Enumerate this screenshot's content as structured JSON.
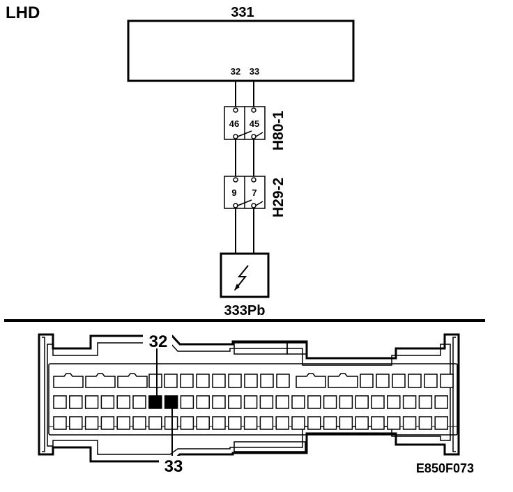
{
  "diagram": {
    "title": "LHD",
    "module_label": "331",
    "module_pins": [
      "32",
      "33"
    ],
    "connector_h80": {
      "label": "H80-1",
      "pins": [
        "46",
        "45"
      ]
    },
    "connector_h29": {
      "label": "H29-2",
      "pins": [
        "9",
        "7"
      ]
    },
    "device_label": "333Pb",
    "device_icon": "lightning-bolt-icon",
    "socket_pin_top": "32",
    "socket_pin_bottom": "33",
    "figure_code": "E850F073"
  },
  "colors": {
    "ink": "#000000",
    "paper": "#ffffff"
  }
}
